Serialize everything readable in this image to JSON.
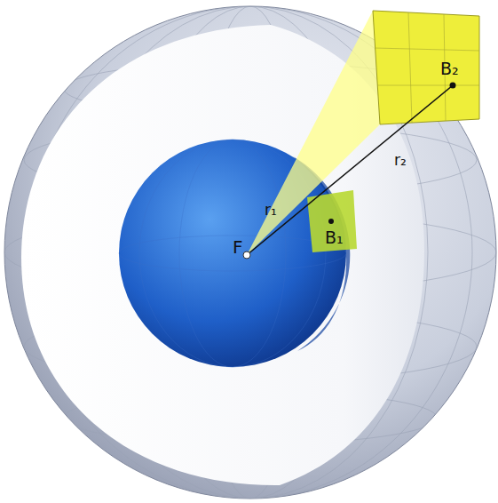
{
  "diagram": {
    "labels": [
      "F",
      "r₁",
      "B₁",
      "r₂",
      "B₂"
    ]
  }
}
